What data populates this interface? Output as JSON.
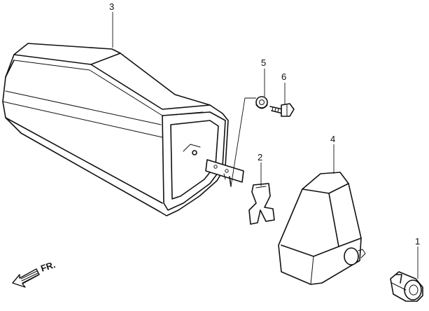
{
  "diagram": {
    "callouts": {
      "part_1": "1",
      "part_2": "2",
      "part_3": "3",
      "part_4": "4",
      "part_5": "5",
      "part_6": "6"
    },
    "direction_label": "FR."
  }
}
